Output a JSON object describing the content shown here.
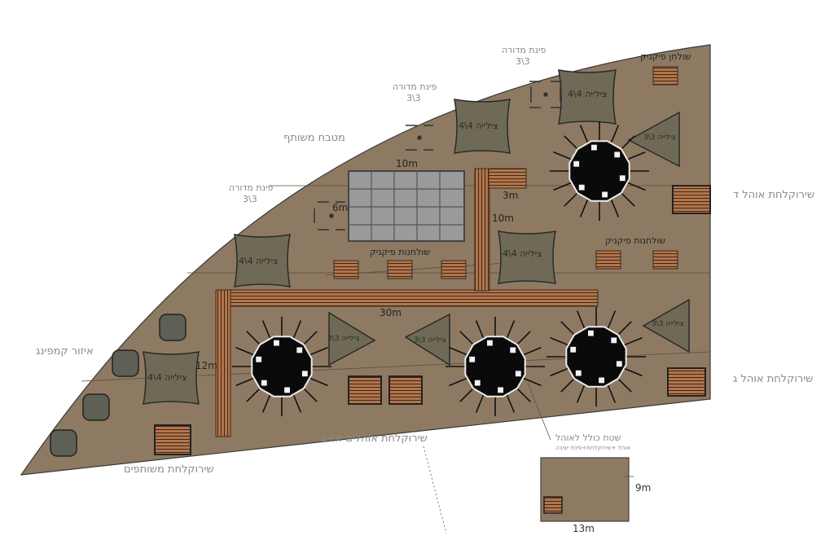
{
  "labels": {
    "shared_kitchen": "מטבח משותף",
    "fire_pit_1": "פינת מדורה",
    "fire_pit_1_size": "3\\3",
    "fire_pit_2": "פינת מדורה",
    "fire_pit_2_size": "3\\3",
    "fire_pit_3": "פינת מדורה",
    "fire_pit_3_size": "3\\3",
    "picnic_table": "שולחן פיקניק",
    "picnic_tables_1": "שולחנות פיקניק",
    "picnic_tables_2": "שולחנות פיקניק",
    "tent_d_deck": "שירוקלחת אוהל ד",
    "tent_g_deck": "שירוקלחת אוהל ג",
    "tents_ab_deck": "שירוקלחת אוהלים א+ב",
    "shared_deck": "שירוקלחת משותפים",
    "camping_area": "איזור קמפינג",
    "tent_area": "שטח כולל לאוהל",
    "tent_area_note": "אוהל +שירוקלחת+פינת ישיבה",
    "shade_4x4": "צילייה 4\\4",
    "shade_3x3": "צילייה 3\\3",
    "dim_10m_top": "10m",
    "dim_3m": "3m",
    "dim_6m": "6m",
    "dim_10m_side": "10m",
    "dim_30m": "30m",
    "dim_12m": "12m",
    "dim_9m": "9m",
    "dim_13m": "13m"
  },
  "colors": {
    "ground": "#8e7a62",
    "ground_edge": "#3a3a3a",
    "shade_fill": "#6f6a55",
    "tent_fill": "#0a0a0a",
    "deck_wood": "#b4744a",
    "deck_line": "#3a2a1a",
    "greenhouse": "#9a9a9a",
    "pod_fill": "#5e5f55"
  }
}
